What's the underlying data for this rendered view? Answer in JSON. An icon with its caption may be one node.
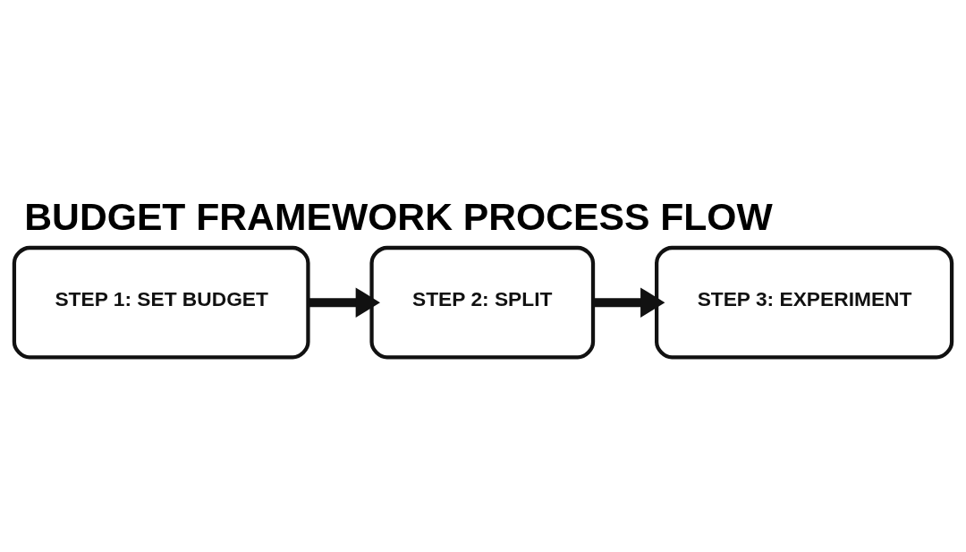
{
  "diagram": {
    "title": "BUDGET FRAMEWORK PROCESS FLOW",
    "nodes": [
      {
        "text": [
          "STEP 1: SET BUDGET"
        ]
      },
      {
        "text": [
          "STEP 2: SPLIT"
        ]
      },
      {
        "text": [
          "STEP 3: EXPERIMENT"
        ]
      }
    ],
    "edges": [
      {
        "from": 0,
        "to": 1,
        "arrow": "to"
      },
      {
        "from": 1,
        "to": 2,
        "arrow": "to"
      }
    ]
  }
}
